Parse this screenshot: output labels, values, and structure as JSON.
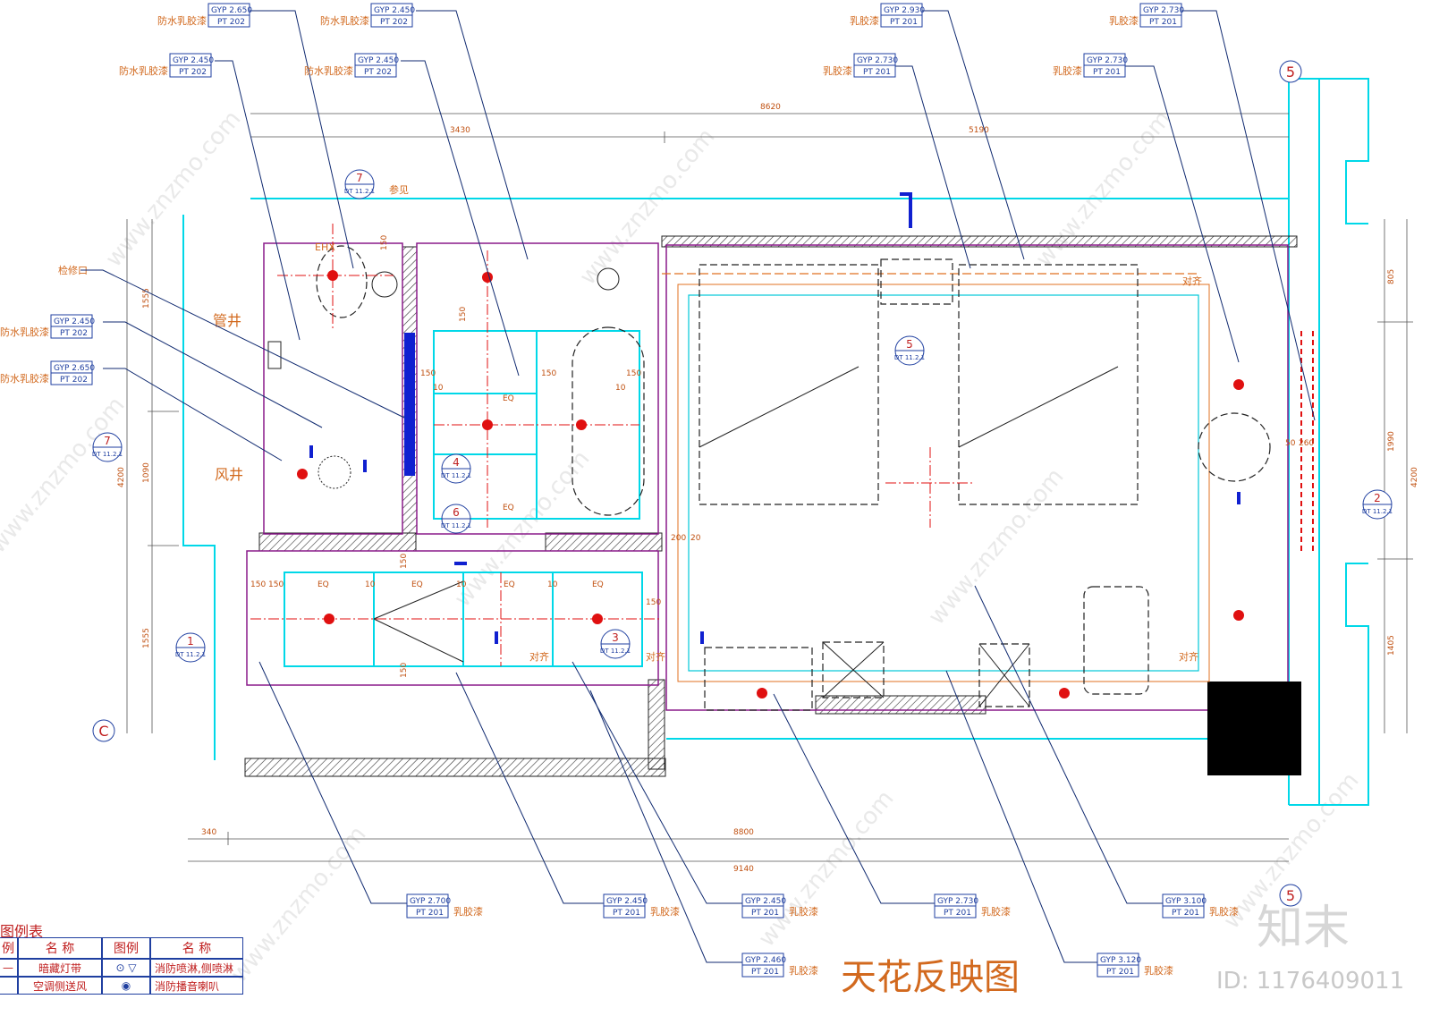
{
  "title": "天花反映图",
  "logo": "知末",
  "id_text": "ID: 1176409011",
  "watermark": "www.znzmo.com",
  "labels": {
    "pipe_well": "管井",
    "air_well": "风井",
    "access": "检修口",
    "see_ref": "参见",
    "align": "对齐",
    "ehx": "EHX"
  },
  "dims": {
    "top_total": "8620",
    "top_left": "3430",
    "top_right": "5190",
    "bottom_inner": "8800",
    "bottom_total": "9140",
    "bottom_left": "340",
    "left_top": "1555",
    "left_total": "4200",
    "left_mid": "1090",
    "left_bot": "1555",
    "right_top": "805",
    "right_total": "4200",
    "right_mid": "1990",
    "right_bot": "1405",
    "d150": "150",
    "d10": "10",
    "eq": "EQ",
    "d200": "200",
    "d20": "20",
    "d260": "260",
    "d50": "50"
  },
  "tags": [
    {
      "code": "GYP 2.650",
      "pt": "PT 202",
      "note": "防水乳胶漆"
    },
    {
      "code": "GYP 2.450",
      "pt": "PT 202",
      "note": "防水乳胶漆"
    },
    {
      "code": "GYP 2.930",
      "pt": "PT 201",
      "note": "乳胶漆"
    },
    {
      "code": "GYP 2.730",
      "pt": "PT 201",
      "note": "乳胶漆"
    },
    {
      "code": "GYP 2.450",
      "pt": "PT 202",
      "note": "防水乳胶漆"
    },
    {
      "code": "GYP 2.450",
      "pt": "PT 202",
      "note": "防水乳胶漆"
    },
    {
      "code": "GYP 2.730",
      "pt": "PT 201",
      "note": "乳胶漆"
    },
    {
      "code": "GYP 2.730",
      "pt": "PT 201",
      "note": "乳胶漆"
    },
    {
      "code": "GYP 2.450",
      "pt": "PT 202",
      "note": "防水乳胶漆"
    },
    {
      "code": "GYP 2.650",
      "pt": "PT 202",
      "note": "防水乳胶漆"
    },
    {
      "code": "GYP 2.700",
      "pt": "PT 201",
      "note": "乳胶漆"
    },
    {
      "code": "GYP 2.450",
      "pt": "PT 201",
      "note": "乳胶漆"
    },
    {
      "code": "GYP 2.450",
      "pt": "PT 201",
      "note": "乳胶漆"
    },
    {
      "code": "GYP 2.730",
      "pt": "PT 201",
      "note": "乳胶漆"
    },
    {
      "code": "GYP 3.100",
      "pt": "PT 201",
      "note": "乳胶漆"
    },
    {
      "code": "GYP 2.460",
      "pt": "PT 201",
      "note": "乳胶漆"
    },
    {
      "code": "GYP 3.120",
      "pt": "PT 201",
      "note": "乳胶漆"
    }
  ],
  "detail_refs": [
    {
      "num": "7",
      "sheet": "DT 11.2.1"
    },
    {
      "num": "4",
      "sheet": "DT 11.2.1"
    },
    {
      "num": "6",
      "sheet": "DT 11.2.1"
    },
    {
      "num": "5",
      "sheet": "DT 11.2.1"
    },
    {
      "num": "7",
      "sheet": "DT 11.2.1"
    },
    {
      "num": "1",
      "sheet": "DT 11.2.1"
    },
    {
      "num": "3",
      "sheet": "DT 11.2.1"
    },
    {
      "num": "2",
      "sheet": "DT 11.2.1"
    }
  ],
  "grid": {
    "row_c": "C",
    "col_5": "5"
  },
  "legend": {
    "title": "图例表",
    "headers": [
      "例",
      "名 称",
      "图例",
      "名 称"
    ],
    "rows": [
      {
        "sym1": "—",
        "name1": "暗藏灯带",
        "sym2": "⊙ ▽",
        "name2": "消防喷淋,侧喷淋"
      },
      {
        "sym1": "",
        "name1": "空调侧送风",
        "sym2": "◉",
        "name2": "消防播音喇叭"
      }
    ]
  }
}
